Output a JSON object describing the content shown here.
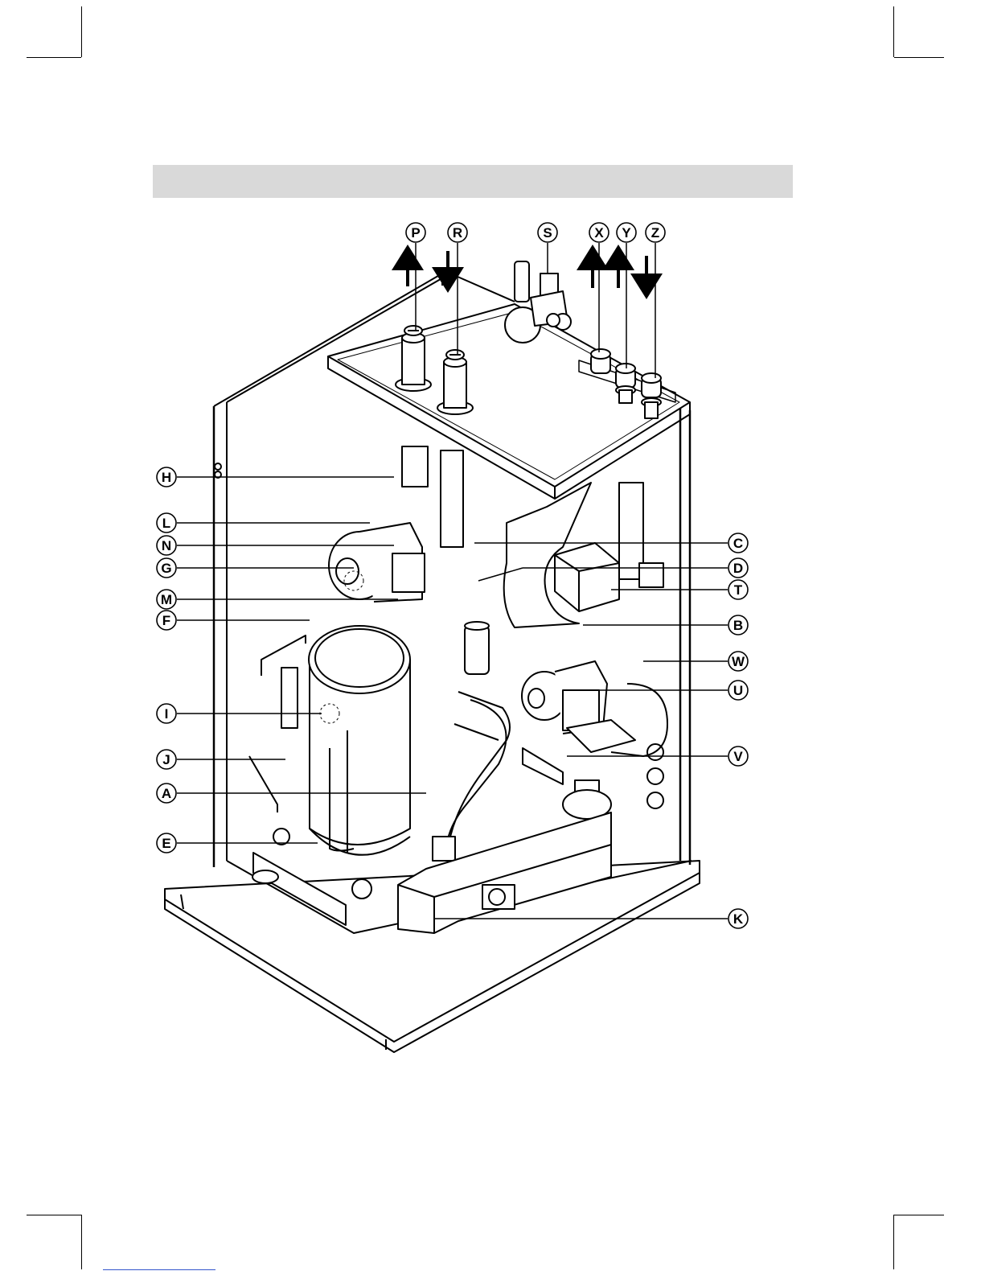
{
  "figure": {
    "callouts_left": [
      {
        "id": "H",
        "label": "H"
      },
      {
        "id": "L",
        "label": "L"
      },
      {
        "id": "N",
        "label": "N"
      },
      {
        "id": "G",
        "label": "G"
      },
      {
        "id": "M",
        "label": "M"
      },
      {
        "id": "F",
        "label": "F"
      },
      {
        "id": "I",
        "label": "I"
      },
      {
        "id": "J",
        "label": "J"
      },
      {
        "id": "A",
        "label": "A"
      },
      {
        "id": "E",
        "label": "E"
      }
    ],
    "callouts_right": [
      {
        "id": "C",
        "label": "C"
      },
      {
        "id": "D",
        "label": "D"
      },
      {
        "id": "T",
        "label": "T"
      },
      {
        "id": "B",
        "label": "B"
      },
      {
        "id": "W",
        "label": "W"
      },
      {
        "id": "U",
        "label": "U"
      },
      {
        "id": "V",
        "label": "V"
      },
      {
        "id": "K",
        "label": "K"
      }
    ],
    "callouts_top": [
      {
        "id": "P",
        "label": "P",
        "flow": "up"
      },
      {
        "id": "R",
        "label": "R",
        "flow": "down"
      },
      {
        "id": "S",
        "label": "S",
        "flow": "none"
      },
      {
        "id": "X",
        "label": "X",
        "flow": "up"
      },
      {
        "id": "Y",
        "label": "Y",
        "flow": "up"
      },
      {
        "id": "Z",
        "label": "Z",
        "flow": "down"
      }
    ]
  },
  "colors": {
    "line": "#000000",
    "header_bar": "#d9d9d9",
    "background": "#ffffff"
  }
}
